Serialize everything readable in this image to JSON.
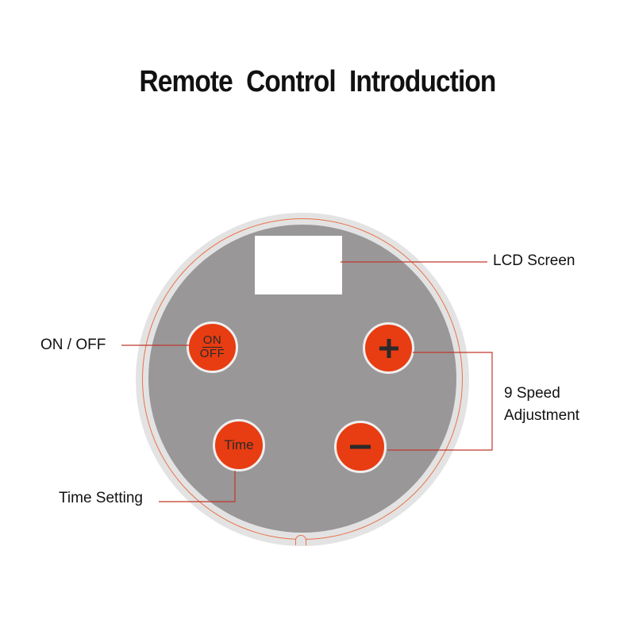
{
  "title": "Remote  Control  Introduction",
  "buttons": {
    "on_off_top": "ON",
    "on_off_bottom": "OFF",
    "time": "Time",
    "plus_icon": "plus-icon",
    "minus_icon": "minus-icon"
  },
  "labels": {
    "lcd_screen": "LCD Screen",
    "on_off": "ON / OFF",
    "speed_line1": "9 Speed",
    "speed_line2": "Adjustment",
    "time_setting": "Time Setting"
  },
  "colors": {
    "button": "#e83c12",
    "face": "#999798",
    "rim": "#e3e3e3",
    "callout_line": "#c0392b"
  }
}
